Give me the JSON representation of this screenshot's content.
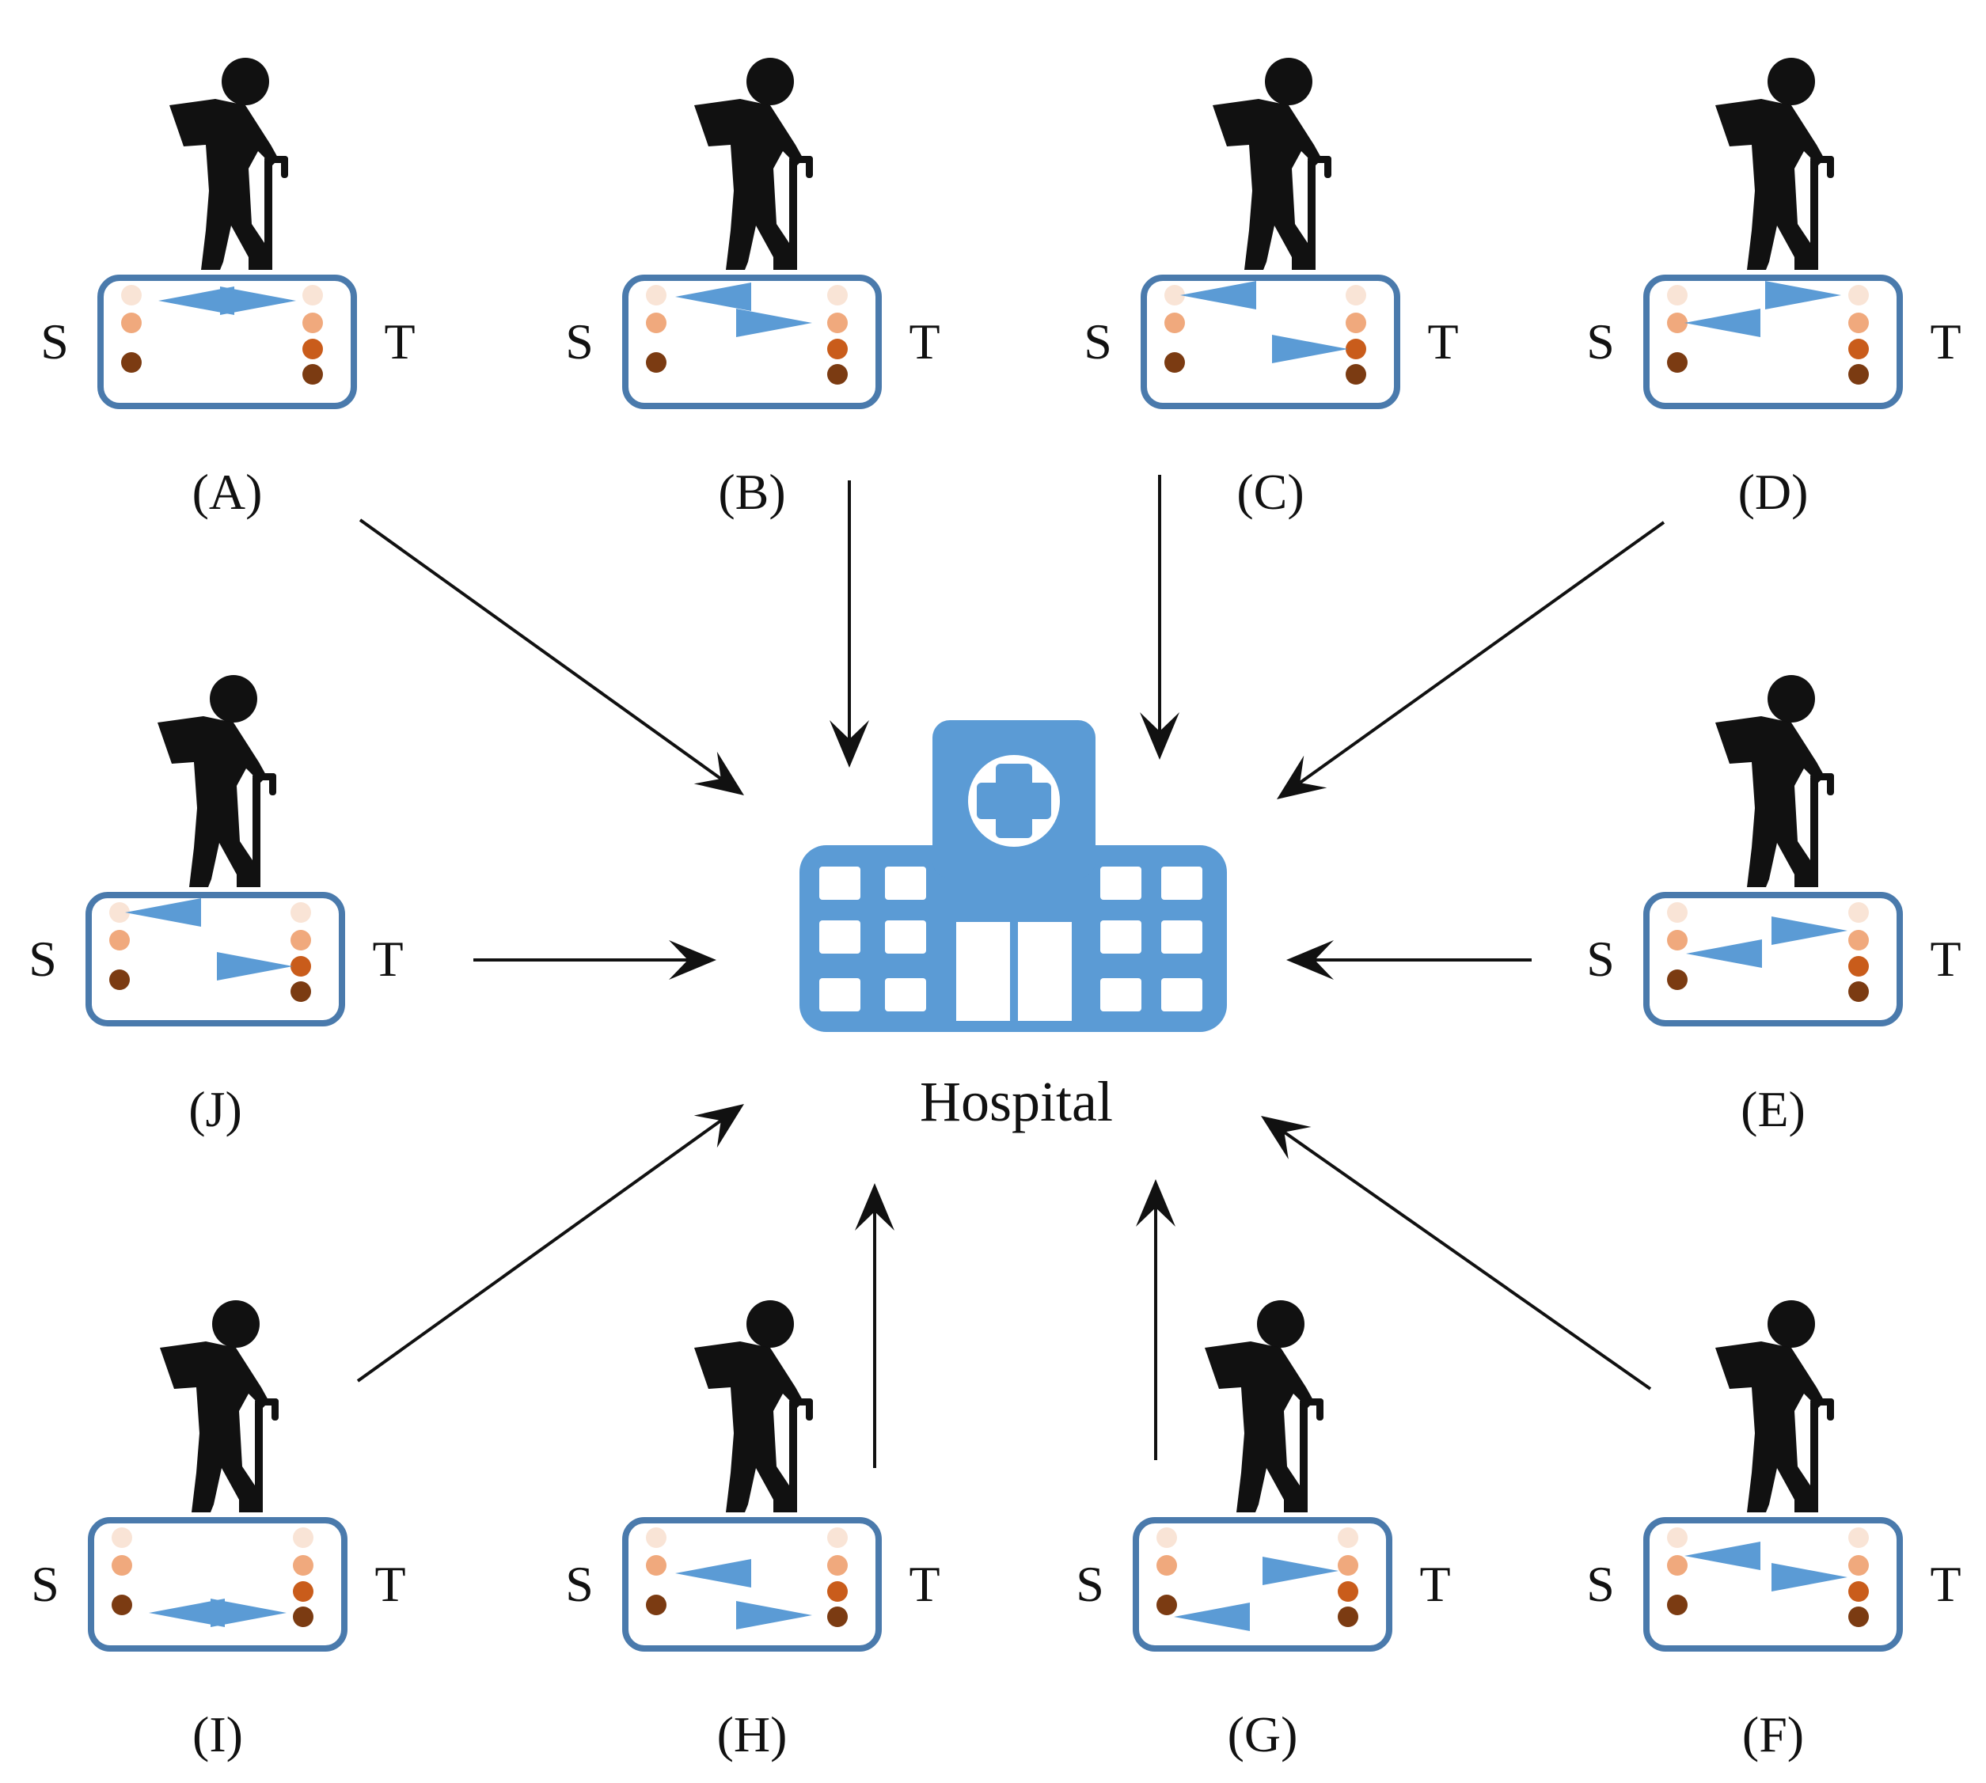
{
  "colors": {
    "figure": "#111111",
    "panel_border": "#4a7aac",
    "arrow_fill": "#5b9bd5",
    "hospital": "#5b9bd5",
    "arrow_line": "#111111",
    "dot_levels": [
      "#f9e4d6",
      "#f0a97d",
      "#c95c1b",
      "#7b3b12"
    ]
  },
  "hospital": {
    "label": "Hospital",
    "icon": "hospital-icon"
  },
  "side_labels": {
    "source": "S",
    "target": "T"
  },
  "patients": [
    {
      "id": "A",
      "label": "(A)",
      "pattern": "double"
    },
    {
      "id": "B",
      "label": "(B)",
      "pattern": "zigzag"
    },
    {
      "id": "C",
      "label": "(C)",
      "pattern": "left-right"
    },
    {
      "id": "D",
      "label": "(D)",
      "pattern": "right-left"
    },
    {
      "id": "E",
      "label": "(E)",
      "pattern": "zigzag"
    },
    {
      "id": "F",
      "label": "(F)",
      "pattern": "zigzag"
    },
    {
      "id": "G",
      "label": "(G)",
      "pattern": "zigzag"
    },
    {
      "id": "H",
      "label": "(H)",
      "pattern": "zigzag"
    },
    {
      "id": "I",
      "label": "(I)",
      "pattern": "double"
    },
    {
      "id": "J",
      "label": "(J)",
      "pattern": "left-right"
    }
  ]
}
